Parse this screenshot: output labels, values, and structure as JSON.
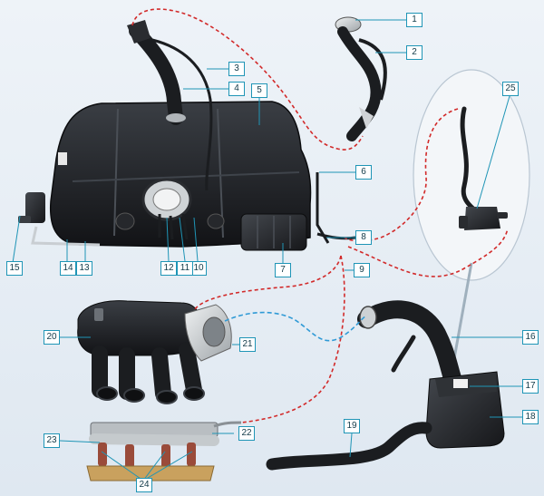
{
  "callouts": [
    {
      "id": "1",
      "label": "1"
    },
    {
      "id": "2",
      "label": "2"
    },
    {
      "id": "3",
      "label": "3"
    },
    {
      "id": "4",
      "label": "4"
    },
    {
      "id": "5",
      "label": "5"
    },
    {
      "id": "6",
      "label": "6"
    },
    {
      "id": "7",
      "label": "7"
    },
    {
      "id": "8",
      "label": "8"
    },
    {
      "id": "9",
      "label": "9"
    },
    {
      "id": "10",
      "label": "10"
    },
    {
      "id": "11",
      "label": "11"
    },
    {
      "id": "12",
      "label": "12"
    },
    {
      "id": "13",
      "label": "13"
    },
    {
      "id": "14",
      "label": "14"
    },
    {
      "id": "15",
      "label": "15"
    },
    {
      "id": "16",
      "label": "16"
    },
    {
      "id": "17",
      "label": "17"
    },
    {
      "id": "18",
      "label": "18"
    },
    {
      "id": "19",
      "label": "19"
    },
    {
      "id": "20",
      "label": "20"
    },
    {
      "id": "21",
      "label": "21"
    },
    {
      "id": "22",
      "label": "22"
    },
    {
      "id": "23",
      "label": "23"
    },
    {
      "id": "24",
      "label": "24"
    },
    {
      "id": "25",
      "label": "25"
    }
  ],
  "colors": {
    "callout_border": "#1f95b6",
    "leader_line": "#1f95b6",
    "fuel_line_dashed": "#d22a2a",
    "vacuum_line_dashed": "#2f9ad6",
    "component_dark": "#1b1d20"
  }
}
